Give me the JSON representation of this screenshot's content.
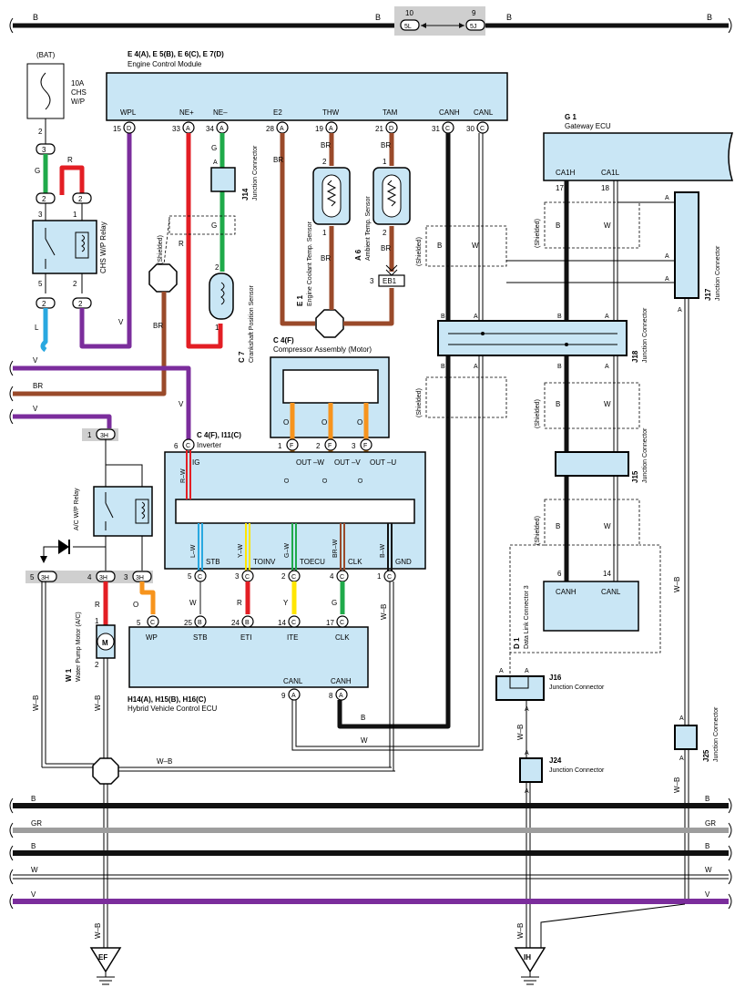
{
  "colors": {
    "purple": "#7b2d9c",
    "brown": "#9a4a2a",
    "red": "#e31e24",
    "green": "#1faa4a",
    "blue": "#29a8e0",
    "yellow": "#ffe600",
    "orange": "#f7941d",
    "black": "#111111",
    "grey": "#9d9d9d",
    "box": "#c9e6f5"
  },
  "top_bus": {
    "left_label": "B",
    "mid_label": "B",
    "right_label": "B",
    "conn_left_num": "10",
    "conn_left_id": "5L",
    "conn_right_num": "9",
    "conn_right_id": "5J"
  },
  "bat": {
    "label": "(BAT)",
    "fuse": [
      "10A",
      "CHS",
      "W/P"
    ],
    "pin": "2",
    "conn": "3"
  },
  "ecm": {
    "title": "E 4(A), E 5(B), E 6(C), E 7(D)",
    "subtitle": "Engine Control Module",
    "pins": [
      {
        "name": "WPL",
        "num": "15",
        "letter": "D"
      },
      {
        "name": "NE+",
        "num": "33",
        "letter": "A"
      },
      {
        "name": "NE–",
        "num": "34",
        "letter": "A"
      },
      {
        "name": "E2",
        "num": "28",
        "letter": "A"
      },
      {
        "name": "THW",
        "num": "19",
        "letter": "A"
      },
      {
        "name": "TAM",
        "num": "21",
        "letter": "D"
      },
      {
        "name": "CANH",
        "num": "31",
        "letter": "C"
      },
      {
        "name": "CANL",
        "num": "30",
        "letter": "C"
      }
    ]
  },
  "gateway": {
    "title": "G 1",
    "subtitle": "Gateway ECU",
    "pins": [
      {
        "name": "CA1H",
        "num": "17"
      },
      {
        "name": "CA1L",
        "num": "18"
      }
    ]
  },
  "chs_relay": {
    "label": "CHS W/P Relay",
    "pins": [
      "3",
      "1",
      "5",
      "2"
    ],
    "conn": "2"
  },
  "j14": {
    "id": "J14",
    "label": "Junction Connector",
    "pin": "A"
  },
  "ckp": {
    "id": "C 7",
    "label": "Crankshaft Position Sensor",
    "pins": [
      "1",
      "2"
    ]
  },
  "ect": {
    "id": "E 1",
    "label": "Engine Coolant Temp. Sensor",
    "pins": [
      "2",
      "1"
    ]
  },
  "amb": {
    "id": "A 6",
    "label": "Ambient Temp. Sensor",
    "pins": [
      "1",
      "2"
    ]
  },
  "eb1": {
    "id": "EB1",
    "pin": "3"
  },
  "shielded": "(Shielded)",
  "compressor": {
    "id": "C 4(F)",
    "label": "Compressor Assembly (Motor)",
    "wire_color": "O"
  },
  "inverter": {
    "id": "C 4(F), I11(C)",
    "label": "Inverter",
    "top_pins": [
      {
        "num": "6",
        "letter": "C",
        "name": "IG",
        "wire": "R–W"
      },
      {
        "num": "1",
        "letter": "F",
        "name": "OUT –W",
        "wire": "O"
      },
      {
        "num": "2",
        "letter": "F",
        "name": "OUT –V",
        "wire": "O"
      },
      {
        "num": "3",
        "letter": "F",
        "name": "OUT –U",
        "wire": "O"
      }
    ],
    "bottom_pins": [
      {
        "num": "5",
        "letter": "C",
        "name": "STB",
        "wire": "L–W"
      },
      {
        "num": "3",
        "letter": "C",
        "name": "TOINV",
        "wire": "Y–W"
      },
      {
        "num": "2",
        "letter": "C",
        "name": "TOECU",
        "wire": "G–W"
      },
      {
        "num": "4",
        "letter": "C",
        "name": "CLK",
        "wire": "BR–W"
      },
      {
        "num": "1",
        "letter": "C",
        "name": "GND",
        "wire": "B–W"
      }
    ]
  },
  "ac_relay": {
    "label": "A/C W/P Relay",
    "conn": "3H",
    "pins": [
      "1",
      "4",
      "3",
      "5"
    ]
  },
  "hv_ecu": {
    "title": "H14(A), H15(B), H16(C)",
    "subtitle": "Hybrid Vehicle Control ECU",
    "top_pins": [
      {
        "name": "WP",
        "num": "5",
        "letter": "C",
        "wire": "O"
      },
      {
        "name": "STB",
        "num": "25",
        "letter": "B",
        "wire": "W"
      },
      {
        "name": "ETI",
        "num": "24",
        "letter": "B",
        "wire": "R"
      },
      {
        "name": "ITE",
        "num": "14",
        "letter": "C",
        "wire": "Y"
      },
      {
        "name": "CLK",
        "num": "17",
        "letter": "C",
        "wire": "G"
      }
    ],
    "bottom_pins": [
      {
        "name": "CANL",
        "num": "9",
        "letter": "A"
      },
      {
        "name": "CANH",
        "num": "8",
        "letter": "A"
      }
    ]
  },
  "wp_motor": {
    "id": "W 1",
    "label": "Water Pump Motor (A/C)",
    "pins": [
      "1",
      "2"
    ],
    "symbol": "M"
  },
  "dlc": {
    "id": "D 1",
    "label": "Data Link Connector 3",
    "pins": [
      {
        "name": "CANH",
        "num": "6"
      },
      {
        "name": "CANL",
        "num": "14"
      }
    ]
  },
  "j15": {
    "id": "J15",
    "label": "Junction Connector"
  },
  "j16": {
    "id": "J16",
    "label": "Junction Connector",
    "pin": "A"
  },
  "j17": {
    "id": "J17",
    "label": "Junction Connector",
    "pin": "A"
  },
  "j18": {
    "id": "J18",
    "label": "Junction Connector",
    "pin": "B"
  },
  "j24": {
    "id": "J24",
    "label": "Junction Connector",
    "pin": "A"
  },
  "j25": {
    "id": "J25",
    "label": "Junction Connector",
    "pin": "A"
  },
  "wire_labels": {
    "B": "B",
    "W": "W",
    "V": "V",
    "BR": "BR",
    "G": "G",
    "R": "R",
    "L": "L",
    "GR": "GR",
    "WB": "W–B",
    "O": "O",
    "Y": "Y",
    "A": "A"
  },
  "left_bus": [
    "V",
    "BR",
    "V"
  ],
  "bottom_bus": [
    {
      "label": "B",
      "color": "#111111"
    },
    {
      "label": "GR",
      "color": "#9d9d9d"
    },
    {
      "label": "B",
      "color": "#111111"
    },
    {
      "label": "W",
      "color": "#ffffff"
    },
    {
      "label": "V",
      "color": "#7b2d9c"
    }
  ],
  "grounds": [
    {
      "id": "EF"
    },
    {
      "id": "IH"
    }
  ]
}
